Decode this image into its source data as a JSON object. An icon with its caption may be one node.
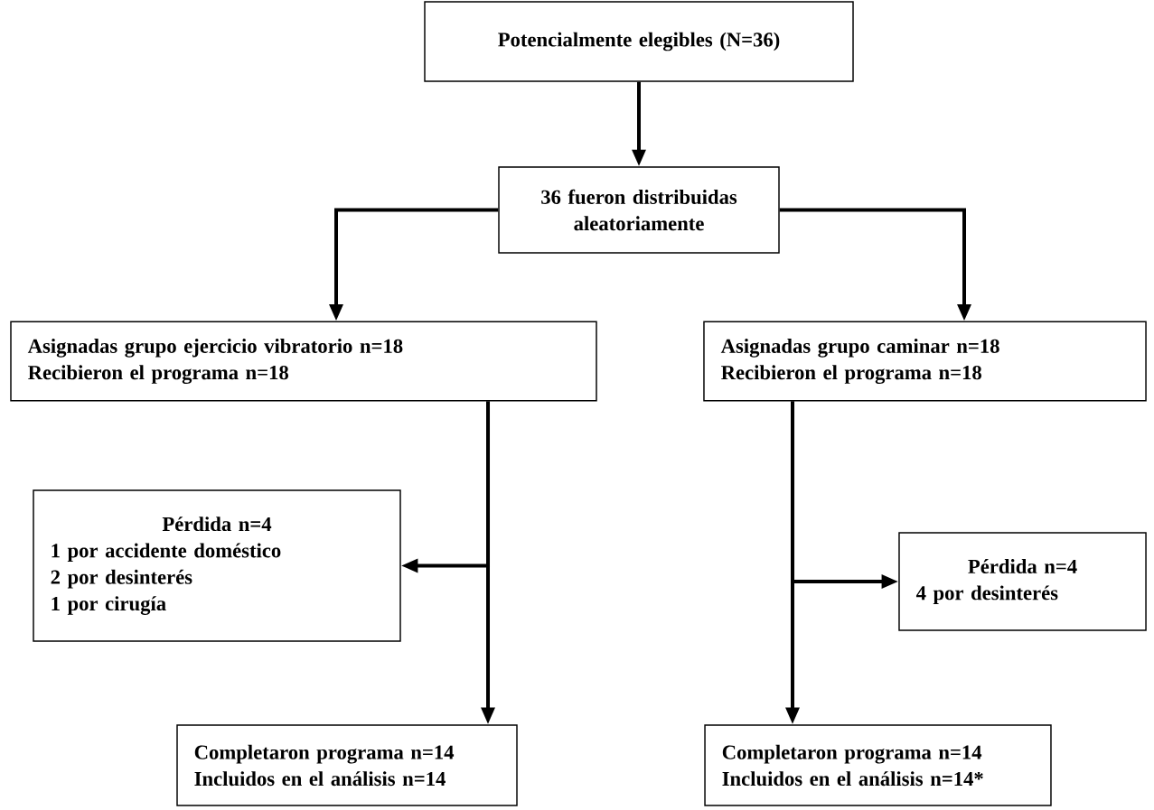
{
  "diagram": {
    "nodes": [
      {
        "text": [
          "Potencialmente elegibles (N=36)"
        ]
      },
      {
        "text": [
          "36 fueron distribuidas aleatoriamente"
        ]
      },
      {
        "text": [
          "Asignadas grupo ejercicio vibratorio n=18",
          "Recibieron el programa n=18"
        ]
      },
      {
        "text": [
          "Asignadas grupo caminar n=18",
          "Recibieron el programa n=18"
        ]
      },
      {
        "text": [
          "Pérdida n=4",
          "1 por accidente doméstico",
          "2 por desinterés",
          "1 por cirugía"
        ]
      },
      {
        "text": [
          "Pérdida n=4",
          "4 por desinterés"
        ]
      },
      {
        "text": [
          "Completaron programa n=14",
          "Incluidos en el análisis n=14"
        ]
      },
      {
        "text": [
          "Completaron programa n=14",
          "Incluidos en el análisis n=14*"
        ]
      }
    ],
    "edges": [
      {
        "from": 0,
        "to": 1,
        "arrow": "to"
      },
      {
        "from": 1,
        "to": 2,
        "arrow": "to"
      },
      {
        "from": 1,
        "to": 3,
        "arrow": "to"
      },
      {
        "from": 2,
        "to": 6,
        "arrow": "to"
      },
      {
        "from": 2,
        "to": 4,
        "arrow": "to"
      },
      {
        "from": 3,
        "to": 7,
        "arrow": "to"
      },
      {
        "from": 3,
        "to": 5,
        "arrow": "to"
      }
    ]
  }
}
